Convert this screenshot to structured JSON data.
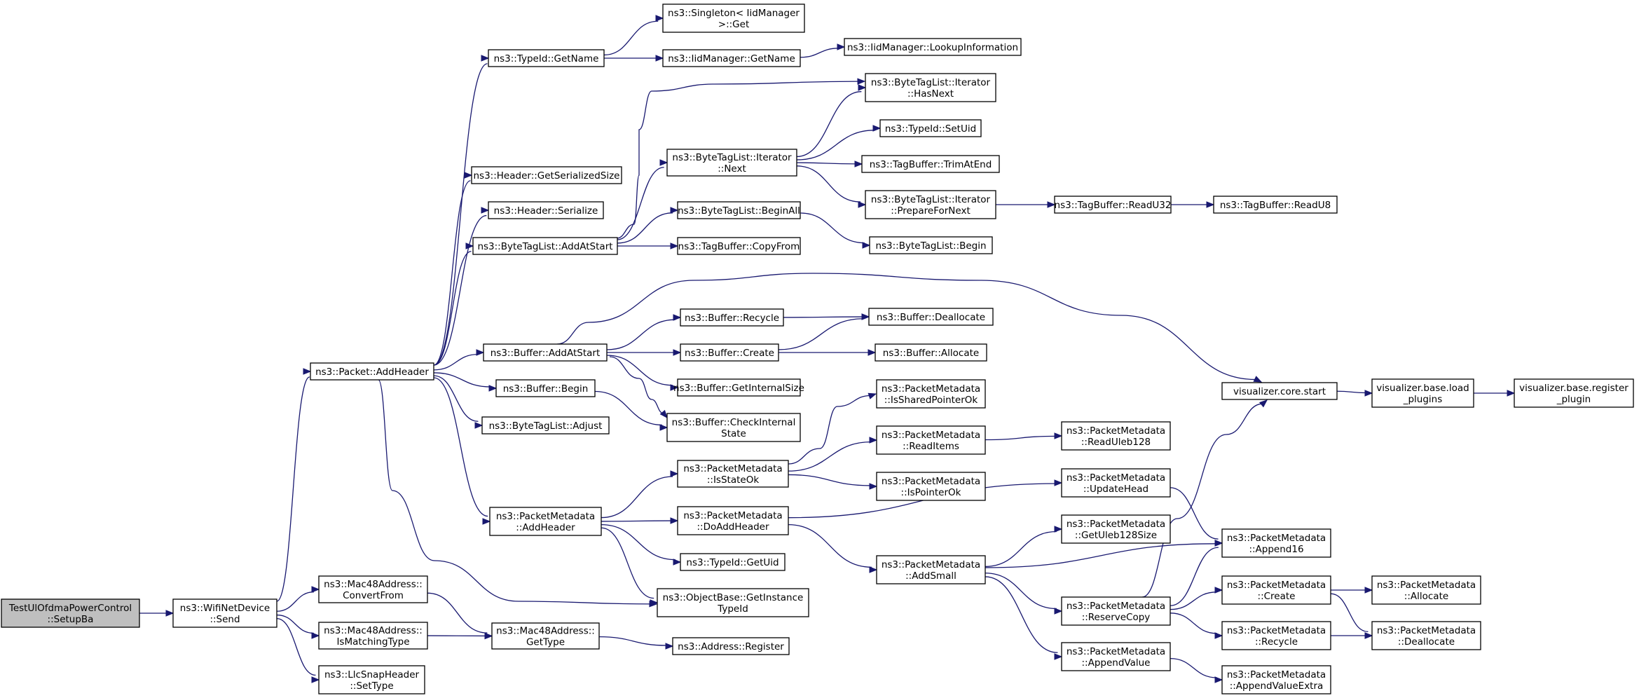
{
  "diagram": {
    "title": "",
    "edge_color": "#191970",
    "root_fill": "#bfbfbf",
    "nodes": [
      {
        "id": "setupba",
        "lines": [
          "TestUlOfdmaPowerControl",
          "::SetupBa"
        ],
        "root": true
      },
      {
        "id": "wifi_send",
        "lines": [
          "ns3::WifiNetDevice",
          "::Send"
        ]
      },
      {
        "id": "packet_addheader",
        "lines": [
          "ns3::Packet::AddHeader"
        ]
      },
      {
        "id": "mac_convertfrom",
        "lines": [
          "ns3::Mac48Address::",
          "ConvertFrom"
        ]
      },
      {
        "id": "mac_ismatchingtype",
        "lines": [
          "ns3::Mac48Address::",
          "IsMatchingType"
        ]
      },
      {
        "id": "llc_settype",
        "lines": [
          "ns3::LlcSnapHeader",
          "::SetType"
        ]
      },
      {
        "id": "typeid_getname",
        "lines": [
          "ns3::TypeId::GetName"
        ]
      },
      {
        "id": "header_getserializedsize",
        "lines": [
          "ns3::Header::GetSerializedSize"
        ]
      },
      {
        "id": "header_serialize",
        "lines": [
          "ns3::Header::Serialize"
        ]
      },
      {
        "id": "btl_addatstart",
        "lines": [
          "ns3::ByteTagList::AddAtStart"
        ]
      },
      {
        "id": "buffer_addatstart",
        "lines": [
          "ns3::Buffer::AddAtStart"
        ]
      },
      {
        "id": "buffer_begin",
        "lines": [
          "ns3::Buffer::Begin"
        ]
      },
      {
        "id": "btl_adjust",
        "lines": [
          "ns3::ByteTagList::Adjust"
        ]
      },
      {
        "id": "pm_addheader",
        "lines": [
          "ns3::PacketMetadata",
          "::AddHeader"
        ]
      },
      {
        "id": "mac_gettype",
        "lines": [
          "ns3::Mac48Address::",
          "GetType"
        ]
      },
      {
        "id": "singleton_get",
        "lines": [
          "ns3::Singleton< IidManager",
          " >::Get"
        ]
      },
      {
        "id": "iid_getname",
        "lines": [
          "ns3::IidManager::GetName"
        ]
      },
      {
        "id": "btli_next",
        "lines": [
          "ns3::ByteTagList::Iterator",
          "::Next"
        ]
      },
      {
        "id": "btl_beginall",
        "lines": [
          "ns3::ByteTagList::BeginAll"
        ]
      },
      {
        "id": "tb_copyfrom",
        "lines": [
          "ns3::TagBuffer::CopyFrom"
        ]
      },
      {
        "id": "buffer_recycle",
        "lines": [
          "ns3::Buffer::Recycle"
        ]
      },
      {
        "id": "buffer_create",
        "lines": [
          "ns3::Buffer::Create"
        ]
      },
      {
        "id": "buffer_getinternalsize",
        "lines": [
          "ns3::Buffer::GetInternalSize"
        ]
      },
      {
        "id": "buffer_checkinternalstate",
        "lines": [
          "ns3::Buffer::CheckInternal",
          "State"
        ]
      },
      {
        "id": "pm_isstateok",
        "lines": [
          "ns3::PacketMetadata",
          "::IsStateOk"
        ]
      },
      {
        "id": "pm_doaddheader",
        "lines": [
          "ns3::PacketMetadata",
          "::DoAddHeader"
        ]
      },
      {
        "id": "typeid_getuid",
        "lines": [
          "ns3::TypeId::GetUid"
        ]
      },
      {
        "id": "ob_getinstancetypeid",
        "lines": [
          "ns3::ObjectBase::GetInstance",
          "TypeId"
        ]
      },
      {
        "id": "addr_register",
        "lines": [
          "ns3::Address::Register"
        ]
      },
      {
        "id": "iid_lookupinformation",
        "lines": [
          "ns3::IidManager::LookupInformation"
        ]
      },
      {
        "id": "btli_hasnext",
        "lines": [
          "ns3::ByteTagList::Iterator",
          "::HasNext"
        ]
      },
      {
        "id": "typeid_setuid",
        "lines": [
          "ns3::TypeId::SetUid"
        ]
      },
      {
        "id": "tb_trimatend",
        "lines": [
          "ns3::TagBuffer::TrimAtEnd"
        ]
      },
      {
        "id": "btli_preparefornext",
        "lines": [
          "ns3::ByteTagList::Iterator",
          "::PrepareForNext"
        ]
      },
      {
        "id": "btl_begin",
        "lines": [
          "ns3::ByteTagList::Begin"
        ]
      },
      {
        "id": "buffer_deallocate",
        "lines": [
          "ns3::Buffer::Deallocate"
        ]
      },
      {
        "id": "buffer_allocate",
        "lines": [
          "ns3::Buffer::Allocate"
        ]
      },
      {
        "id": "pm_issharedpointerok",
        "lines": [
          "ns3::PacketMetadata",
          "::IsSharedPointerOk"
        ]
      },
      {
        "id": "pm_readitems",
        "lines": [
          "ns3::PacketMetadata",
          "::ReadItems"
        ]
      },
      {
        "id": "pm_ispointerok",
        "lines": [
          "ns3::PacketMetadata",
          "::IsPointerOk"
        ]
      },
      {
        "id": "pm_addsmall",
        "lines": [
          "ns3::PacketMetadata",
          "::AddSmall"
        ]
      },
      {
        "id": "tb_readu32",
        "lines": [
          "ns3::TagBuffer::ReadU32"
        ]
      },
      {
        "id": "pm_readuleb128",
        "lines": [
          "ns3::PacketMetadata",
          "::ReadUleb128"
        ]
      },
      {
        "id": "pm_updatehead",
        "lines": [
          "ns3::PacketMetadata",
          "::UpdateHead"
        ]
      },
      {
        "id": "pm_getuleb128size",
        "lines": [
          "ns3::PacketMetadata",
          "::GetUleb128Size"
        ]
      },
      {
        "id": "pm_reservecopy",
        "lines": [
          "ns3::PacketMetadata",
          "::ReserveCopy"
        ]
      },
      {
        "id": "pm_appendvalue",
        "lines": [
          "ns3::PacketMetadata",
          "::AppendValue"
        ]
      },
      {
        "id": "tb_readu8",
        "lines": [
          "ns3::TagBuffer::ReadU8"
        ]
      },
      {
        "id": "viz_core_start",
        "lines": [
          "visualizer.core.start"
        ]
      },
      {
        "id": "pm_append16",
        "lines": [
          "ns3::PacketMetadata",
          "::Append16"
        ]
      },
      {
        "id": "pm_create",
        "lines": [
          "ns3::PacketMetadata",
          "::Create"
        ]
      },
      {
        "id": "pm_recycle",
        "lines": [
          "ns3::PacketMetadata",
          "::Recycle"
        ]
      },
      {
        "id": "pm_appendvalueextra",
        "lines": [
          "ns3::PacketMetadata",
          "::AppendValueExtra"
        ]
      },
      {
        "id": "viz_base_load_plugins",
        "lines": [
          "visualizer.base.load",
          "_plugins"
        ]
      },
      {
        "id": "pm_allocate",
        "lines": [
          "ns3::PacketMetadata",
          "::Allocate"
        ]
      },
      {
        "id": "pm_deallocate",
        "lines": [
          "ns3::PacketMetadata",
          "::Deallocate"
        ]
      },
      {
        "id": "viz_base_register_plugin",
        "lines": [
          "visualizer.base.register",
          "_plugin"
        ]
      }
    ],
    "edges": [
      [
        "setupba",
        "wifi_send"
      ],
      [
        "wifi_send",
        "packet_addheader"
      ],
      [
        "wifi_send",
        "mac_convertfrom"
      ],
      [
        "wifi_send",
        "mac_ismatchingtype"
      ],
      [
        "wifi_send",
        "llc_settype"
      ],
      [
        "packet_addheader",
        "typeid_getname"
      ],
      [
        "packet_addheader",
        "header_getserializedsize"
      ],
      [
        "packet_addheader",
        "header_serialize"
      ],
      [
        "packet_addheader",
        "btl_addatstart"
      ],
      [
        "packet_addheader",
        "buffer_addatstart"
      ],
      [
        "packet_addheader",
        "buffer_begin"
      ],
      [
        "packet_addheader",
        "btl_adjust"
      ],
      [
        "packet_addheader",
        "pm_addheader"
      ],
      [
        "packet_addheader",
        "ob_getinstancetypeid"
      ],
      [
        "mac_convertfrom",
        "mac_gettype"
      ],
      [
        "mac_ismatchingtype",
        "mac_gettype"
      ],
      [
        "mac_gettype",
        "addr_register"
      ],
      [
        "typeid_getname",
        "singleton_get"
      ],
      [
        "typeid_getname",
        "iid_getname"
      ],
      [
        "iid_getname",
        "iid_lookupinformation"
      ],
      [
        "btl_addatstart",
        "btli_hasnext"
      ],
      [
        "btl_addatstart",
        "btli_next"
      ],
      [
        "btl_addatstart",
        "btl_beginall"
      ],
      [
        "btl_addatstart",
        "tb_copyfrom"
      ],
      [
        "btli_next",
        "btli_hasnext"
      ],
      [
        "btli_next",
        "typeid_setuid"
      ],
      [
        "btli_next",
        "tb_trimatend"
      ],
      [
        "btli_next",
        "btli_preparefornext"
      ],
      [
        "btli_preparefornext",
        "tb_readu32"
      ],
      [
        "tb_readu32",
        "tb_readu8"
      ],
      [
        "btl_beginall",
        "btl_begin"
      ],
      [
        "buffer_addatstart",
        "viz_core_start"
      ],
      [
        "buffer_addatstart",
        "buffer_recycle"
      ],
      [
        "buffer_addatstart",
        "buffer_create"
      ],
      [
        "buffer_addatstart",
        "buffer_getinternalsize"
      ],
      [
        "buffer_addatstart",
        "buffer_checkinternalstate"
      ],
      [
        "buffer_recycle",
        "buffer_deallocate"
      ],
      [
        "buffer_create",
        "buffer_deallocate"
      ],
      [
        "buffer_create",
        "buffer_allocate"
      ],
      [
        "buffer_begin",
        "buffer_checkinternalstate"
      ],
      [
        "viz_core_start",
        "viz_base_load_plugins"
      ],
      [
        "viz_base_load_plugins",
        "viz_base_register_plugin"
      ],
      [
        "pm_addheader",
        "pm_isstateok"
      ],
      [
        "pm_addheader",
        "pm_doaddheader"
      ],
      [
        "pm_addheader",
        "typeid_getuid"
      ],
      [
        "pm_addheader",
        "ob_getinstancetypeid"
      ],
      [
        "pm_isstateok",
        "pm_issharedpointerok"
      ],
      [
        "pm_isstateok",
        "pm_readitems"
      ],
      [
        "pm_isstateok",
        "pm_ispointerok"
      ],
      [
        "pm_readitems",
        "pm_readuleb128"
      ],
      [
        "pm_doaddheader",
        "pm_updatehead"
      ],
      [
        "pm_doaddheader",
        "pm_addsmall"
      ],
      [
        "pm_updatehead",
        "pm_append16"
      ],
      [
        "pm_addsmall",
        "pm_getuleb128size"
      ],
      [
        "pm_addsmall",
        "pm_append16"
      ],
      [
        "pm_addsmall",
        "pm_reservecopy"
      ],
      [
        "pm_addsmall",
        "pm_appendvalue"
      ],
      [
        "pm_reservecopy",
        "viz_core_start"
      ],
      [
        "pm_reservecopy",
        "pm_append16"
      ],
      [
        "pm_reservecopy",
        "pm_create"
      ],
      [
        "pm_reservecopy",
        "pm_recycle"
      ],
      [
        "pm_create",
        "pm_allocate"
      ],
      [
        "pm_create",
        "pm_deallocate"
      ],
      [
        "pm_recycle",
        "pm_deallocate"
      ],
      [
        "pm_appendvalue",
        "pm_appendvalueextra"
      ]
    ]
  }
}
